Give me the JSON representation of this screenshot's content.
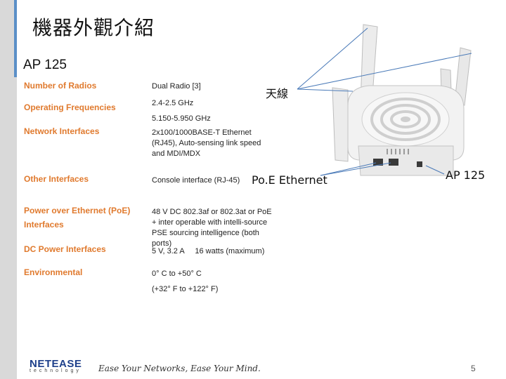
{
  "slide": {
    "title": "機器外觀介紹",
    "subtitle": "AP 125",
    "page_number": "5"
  },
  "specs": [
    {
      "label": "Number of Radios",
      "value": "Dual Radio [3]"
    },
    {
      "label": "Operating Frequencies",
      "value": "2.4-2.5 GHz"
    },
    {
      "label": "",
      "value": "5.150-5.950 GHz"
    },
    {
      "label": "Network Interfaces",
      "value": "2x100/1000BASE-T Ethernet (RJ45), Auto-sensing link speed and MDI/MDX"
    },
    {
      "label": "Other Interfaces",
      "value": "Console interface (RJ-45)"
    },
    {
      "label": "Power over Ethernet (PoE) Interfaces",
      "value": "48 V DC 802.3af or 802.3at or PoE + inter operable with intelli-source PSE sourcing intelligence (both ports)"
    },
    {
      "label": "DC Power Interfaces",
      "value": "5 V, 3.2 A     16 watts (maximum)"
    },
    {
      "label": "Environmental",
      "value": "0° C to +50° C"
    },
    {
      "label": "",
      "value": "(+32° F to +122° F)"
    }
  ],
  "callouts": {
    "antenna": "天線",
    "poe": "Po.E Ethernet",
    "model": "AP 125"
  },
  "footer": {
    "logo": "NETEASE",
    "logo_sub": "technology",
    "slogan": "Ease Your Networks, Ease Your Mind."
  },
  "colors": {
    "spec_label": "#e07a2e",
    "accent": "#5b8fc7",
    "logo": "#1d3f8a"
  }
}
